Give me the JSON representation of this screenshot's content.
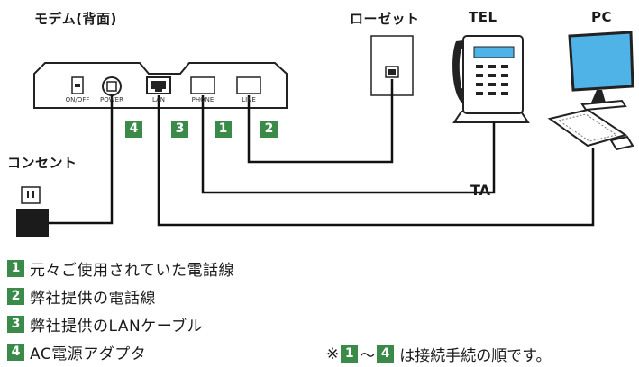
{
  "labels": {
    "modem": "モデム(背面)",
    "rosette": "ローゼット",
    "tel": "TEL",
    "pc": "PC",
    "outlet": "コンセント",
    "ta": "TA"
  },
  "ports": {
    "onoff": "ON/OFF",
    "power": "POWER",
    "lan": "LAN",
    "phone": "PHONE",
    "line": "LINE"
  },
  "badges": [
    "4",
    "3",
    "1",
    "2"
  ],
  "legend": [
    {
      "num": "1",
      "text": "元々ご使用されていた電話線"
    },
    {
      "num": "2",
      "text": "弊社提供の電話線"
    },
    {
      "num": "3",
      "text": "弊社提供のLANケーブル"
    },
    {
      "num": "4",
      "text": "AC電源アダプタ"
    }
  ],
  "note": {
    "prefix": "※",
    "from": "1",
    "tilde": "〜",
    "to": "4",
    "suffix": "は接続手続の順です。"
  },
  "colors": {
    "badge": "#3a8a4a",
    "screen": "#4fb3e8",
    "line": "#111111"
  }
}
